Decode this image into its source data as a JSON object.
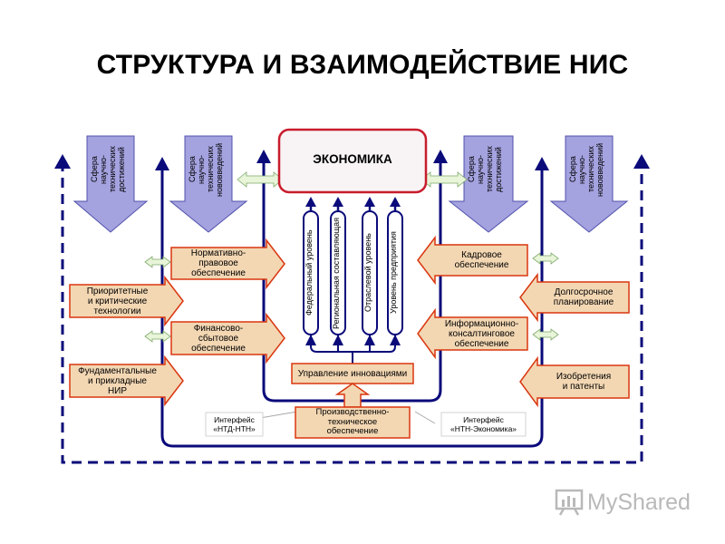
{
  "title": "СТРУКТУРА И ВЗАИМОДЕЙСТВИЕ НИС",
  "center": {
    "economy": "ЭКОНОМИКА",
    "levels": [
      "Федеральный уровень",
      "Региональная составляющая",
      "Отраслевой уровень",
      "Уровень предприятия"
    ],
    "innovation_management": "Управление инновациями",
    "production_support": "Производственно-\nтехническое\nобеспечение"
  },
  "top_arrows": {
    "scientific_achievements_left": "Сфера\nнаучно-\nтехнических\nдостижений",
    "technical_innovations_left": "Сфера\nнаучно-\nтехнических\nнововведений",
    "scientific_achievements_right": "Сфера\nнаучно-\nтехнических\nдостижений",
    "technical_innovations_right": "Сфера\nнаучно-\nтехнических\nнововведений"
  },
  "left_inner": {
    "normative_legal": "Нормативно-\nправовое\nобеспечение",
    "financial": "Финансово-\nсбытовое\nобеспечение"
  },
  "left_outer": {
    "priority_tech": "Приоритетные\nи критические\nтехнологии",
    "fundamental": "Фундаментальные\nи прикладные\nНИР"
  },
  "right_inner": {
    "personnel": "Кадровое\nобеспечение",
    "info_consulting": "Информационно-\nконсалтинговое\nобеспечение"
  },
  "right_outer": {
    "long_term": "Долгосрочное\nпланирование",
    "inventions": "Изобретения\nи патенты"
  },
  "interfaces": {
    "left": "Интерфейс\n«НТД-НТН»",
    "right": "Интерфейс\n«НТН-Экономика»"
  },
  "watermark": {
    "text": "MyShared",
    "icon": "bar-chart-icon"
  },
  "colors": {
    "navy": "#0a0a7a",
    "orange_fill": "#f3d7b3",
    "orange_border": "#d9360f",
    "purple_fill": "#a4a2df",
    "purple_border": "#5151ac",
    "economy_fill": "#f8f3f5",
    "economy_border": "#c81c2c",
    "light_green": "#e8f5d9",
    "gray_connector": "#a8a8a8"
  }
}
